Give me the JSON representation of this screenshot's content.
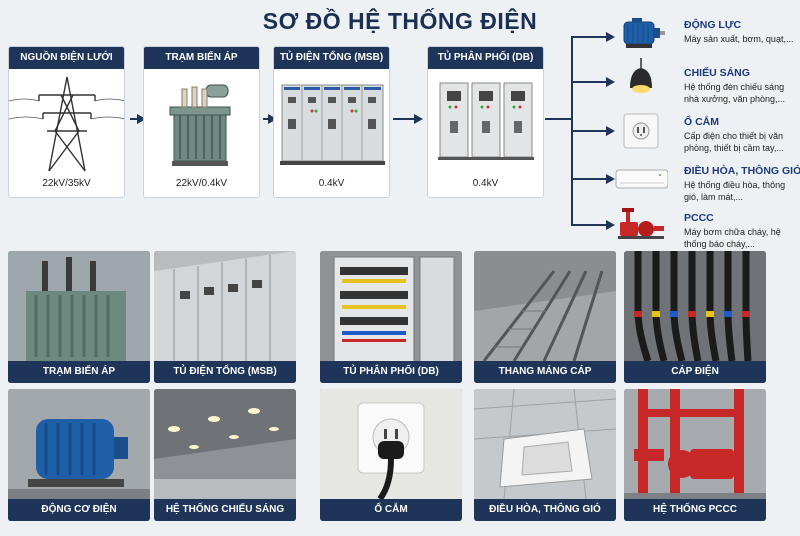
{
  "title": "SƠ ĐỒ HỆ THỐNG ĐIỆN",
  "stages": [
    {
      "label": "NGUỒN ĐIỆN LƯỚI",
      "value": "22kV/35kV"
    },
    {
      "label": "TRẠM BIẾN ÁP",
      "value": "22kV/0.4kV"
    },
    {
      "label": "TỦ ĐIỆN TỔNG (MSB)",
      "value": "0.4kV"
    },
    {
      "label": "TỦ PHÂN PHỐI (DB)",
      "value": "0.4kV"
    }
  ],
  "loads": [
    {
      "title": "ĐỘNG LỰC",
      "desc": "Máy sản xuất, bơm, quạt,...",
      "icon": "motor-icon"
    },
    {
      "title": "CHIẾU SÁNG",
      "desc": "Hệ thống đèn chiếu sáng nhà xưởng, văn phòng,...",
      "icon": "lamp-icon"
    },
    {
      "title": "Ổ CẮM",
      "desc": "Cấp điện cho thiết bị văn phòng, thiết bị cầm tay,...",
      "icon": "socket-icon"
    },
    {
      "title": "ĐIỀU HÒA, THÔNG GIÓ",
      "desc": "Hệ thống điều hòa, thông gió, làm mát,...",
      "icon": "air-conditioner-icon"
    },
    {
      "title": "PCCC",
      "desc": "Máy bơm chữa cháy, hệ thống báo cháy,...",
      "icon": "fire-pump-icon"
    }
  ],
  "gallery": [
    {
      "caption": "TRẠM BIẾN ÁP"
    },
    {
      "caption": "TỦ ĐIỆN TỔNG (MSB)"
    },
    {
      "caption": "TỦ PHÂN PHỐI (DB)"
    },
    {
      "caption": "THANG MÁNG CÁP"
    },
    {
      "caption": "CÁP ĐIỆN"
    },
    {
      "caption": "ĐỘNG CƠ ĐIỆN"
    },
    {
      "caption": "HỆ THỐNG CHIẾU SÁNG"
    },
    {
      "caption": "Ổ CẮM"
    },
    {
      "caption": "ĐIỀU HÒA, THÔNG GIÓ"
    },
    {
      "caption": "HỆ THỐNG PCCC"
    }
  ],
  "colors": {
    "navy": "#1e3458",
    "accent_blue": "#1e3a7a",
    "pump_red": "#c62828",
    "motor_blue": "#1f5fa8"
  }
}
